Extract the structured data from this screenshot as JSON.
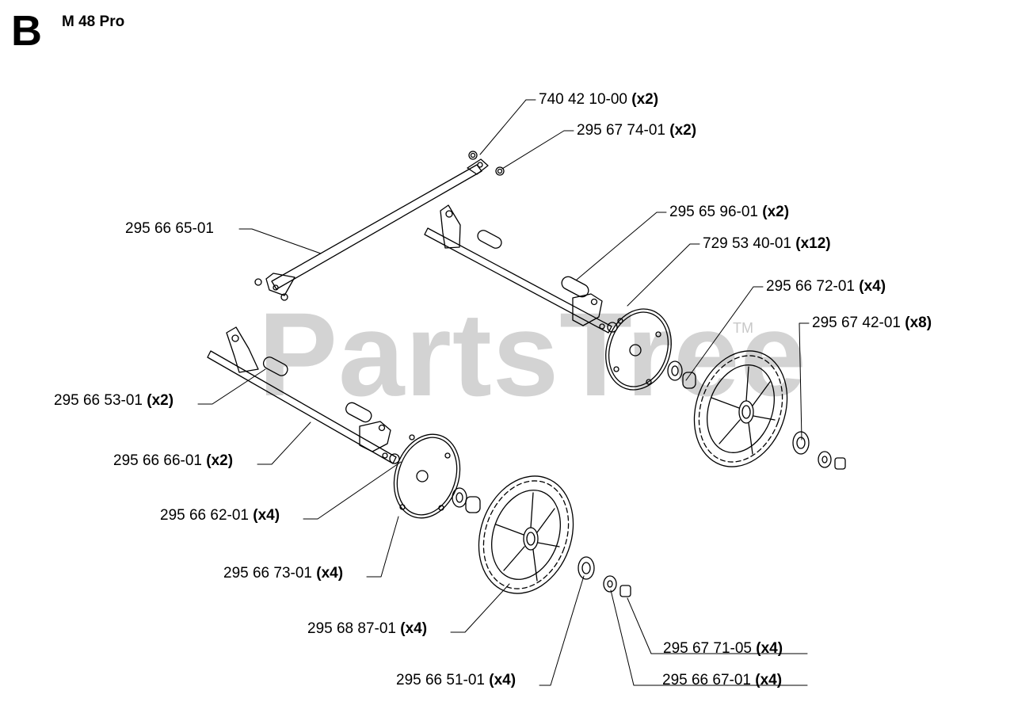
{
  "header": {
    "section": "B",
    "model": "M 48 Pro"
  },
  "watermark": {
    "text": "PartsTree",
    "tm": "TM"
  },
  "callouts": [
    {
      "part": "740 42 10-00",
      "qty": "(x2)"
    },
    {
      "part": "295 67 74-01",
      "qty": "(x2)"
    },
    {
      "part": "295 66 65-01",
      "qty": ""
    },
    {
      "part": "295 65 96-01",
      "qty": "(x2)"
    },
    {
      "part": "729 53 40-01",
      "qty": "(x12)"
    },
    {
      "part": "295 66 72-01",
      "qty": "(x4)"
    },
    {
      "part": "295 67 42-01",
      "qty": "(x8)"
    },
    {
      "part": "295 66 53-01",
      "qty": "(x2)"
    },
    {
      "part": "295 66 66-01",
      "qty": "(x2)"
    },
    {
      "part": "295 66 62-01",
      "qty": "(x4)"
    },
    {
      "part": "295 66 73-01",
      "qty": "(x4)"
    },
    {
      "part": "295 68 87-01",
      "qty": "(x4)"
    },
    {
      "part": "295 67 71-05",
      "qty": "(x4)"
    },
    {
      "part": "295 66 51-01",
      "qty": "(x4)"
    },
    {
      "part": "295 66 67-01",
      "qty": "(x4)"
    }
  ]
}
